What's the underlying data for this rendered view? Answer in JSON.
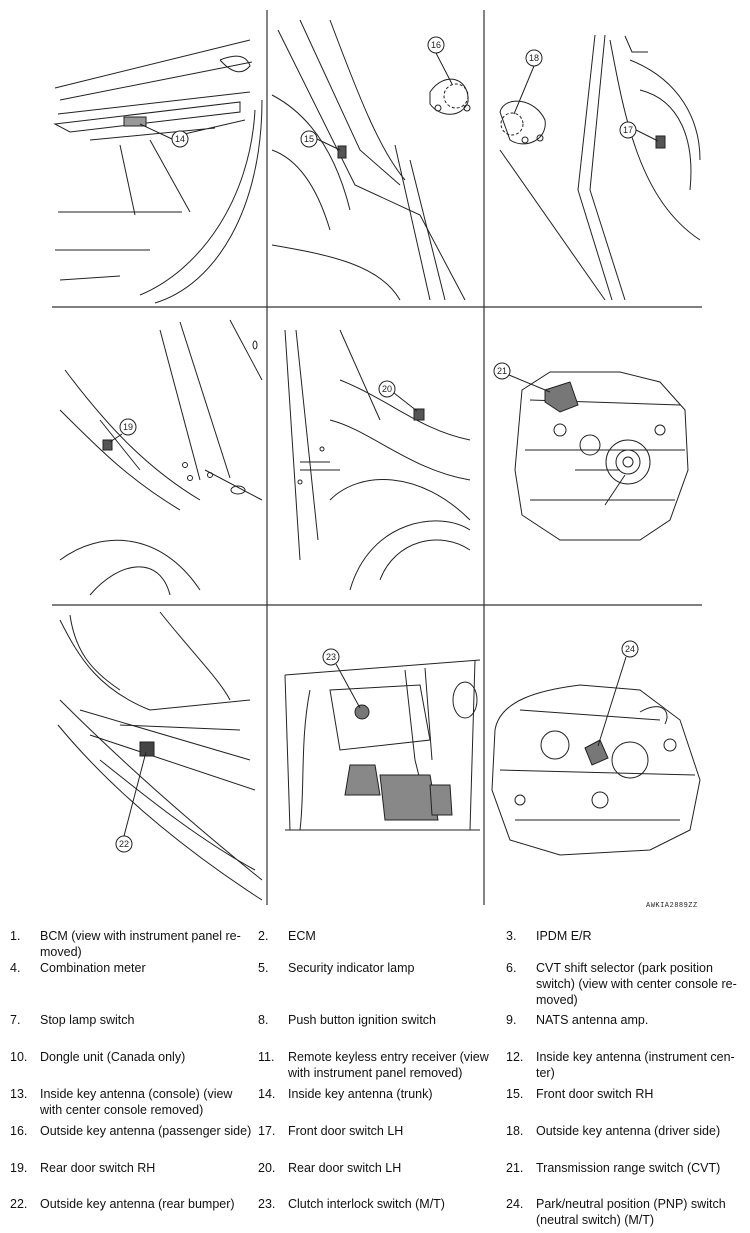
{
  "figure": {
    "code": "AWKIA2889ZZ",
    "callouts": [
      "14",
      "15",
      "16",
      "17",
      "18",
      "19",
      "20",
      "21",
      "22",
      "23",
      "24"
    ]
  },
  "legend": {
    "items": [
      {
        "num": "1.",
        "text": "BCM (view with instrument panel re-moved)"
      },
      {
        "num": "2.",
        "text": "ECM"
      },
      {
        "num": "3.",
        "text": "IPDM E/R"
      },
      {
        "num": "4.",
        "text": "Combination meter"
      },
      {
        "num": "5.",
        "text": "Security indicator lamp"
      },
      {
        "num": "6.",
        "text": "CVT shift selector (park position switch) (view with center console re-moved)"
      },
      {
        "num": "7.",
        "text": "Stop lamp switch"
      },
      {
        "num": "8.",
        "text": "Push button ignition switch"
      },
      {
        "num": "9.",
        "text": "NATS antenna amp."
      },
      {
        "num": "10.",
        "text": "Dongle unit (Canada only)"
      },
      {
        "num": "11.",
        "text": "Remote keyless entry receiver (view with instrument panel removed)"
      },
      {
        "num": "12.",
        "text": "Inside key antenna (instrument cen-ter)"
      },
      {
        "num": "13.",
        "text": "Inside key antenna (console) (view with center console removed)"
      },
      {
        "num": "14.",
        "text": "Inside key antenna (trunk)"
      },
      {
        "num": "15.",
        "text": "Front door switch RH"
      },
      {
        "num": "16.",
        "text": "Outside key antenna (passenger side)"
      },
      {
        "num": "17.",
        "text": "Front door switch LH"
      },
      {
        "num": "18.",
        "text": "Outside key antenna (driver side)"
      },
      {
        "num": "19.",
        "text": "Rear door switch RH"
      },
      {
        "num": "20.",
        "text": "Rear door switch LH"
      },
      {
        "num": "21.",
        "text": "Transmission range switch (CVT)"
      },
      {
        "num": "22.",
        "text": "Outside key antenna (rear bumper)"
      },
      {
        "num": "23.",
        "text": "Clutch interlock switch (M/T)"
      },
      {
        "num": "24.",
        "text": "Park/neutral position (PNP) switch (neutral switch) (M/T)"
      }
    ]
  }
}
